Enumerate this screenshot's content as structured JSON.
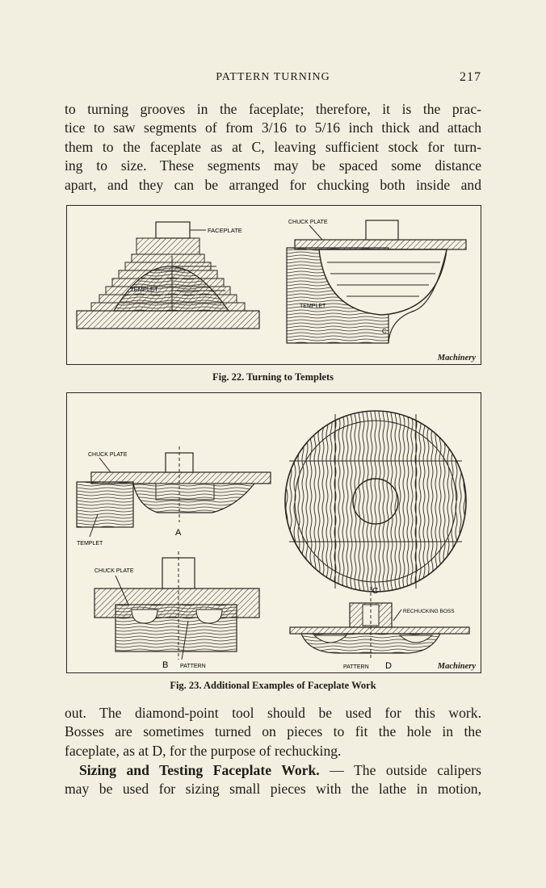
{
  "header": {
    "title": "PATTERN TURNING",
    "page_number": "217"
  },
  "top_paragraph": {
    "lines": [
      "to turning grooves in the faceplate; therefore, it is the prac-",
      "tice to saw segments of from 3/16 to 5/16 inch thick and attach",
      "them to the faceplate as at C, leaving sufficient stock for turn-",
      "ing to size. These segments may be spaced some distance",
      "apart, and they can be arranged for chucking both inside and"
    ]
  },
  "figure22": {
    "labels": {
      "faceplate": "FACEPLATE",
      "templet_left": "TEMPLET",
      "chuck_plate": "CHUCK PLATE",
      "templet_right": "TEMPLET",
      "c": "C"
    },
    "credit": "Machinery",
    "caption": "Fig. 22. Turning to Templets"
  },
  "figure23": {
    "labels": {
      "chuck_plate_a": "CHUCK PLATE",
      "templet": "TEMPLET",
      "a": "A",
      "chuck_plate_b": "CHUCK PLATE",
      "b": "B",
      "pattern_b": "PATTERN",
      "c": "C",
      "rechucking_boss": "RECHUCKING BOSS",
      "pattern_d": "PATTERN",
      "d": "D"
    },
    "credit": "Machinery",
    "caption": "Fig. 23. Additional Examples of Faceplate Work"
  },
  "bottom_paragraph": {
    "lines": [
      "out. The diamond-point tool should be used for this work.",
      "Bosses are sometimes turned on pieces to fit the hole in the",
      "faceplate, as at D, for the purpose of rechucking."
    ]
  },
  "section": {
    "heading": "Sizing and Testing Faceplate Work.",
    "dash": " — ",
    "lines": [
      "The outside calipers",
      "may be used for sizing small pieces with the lathe in motion,"
    ]
  }
}
